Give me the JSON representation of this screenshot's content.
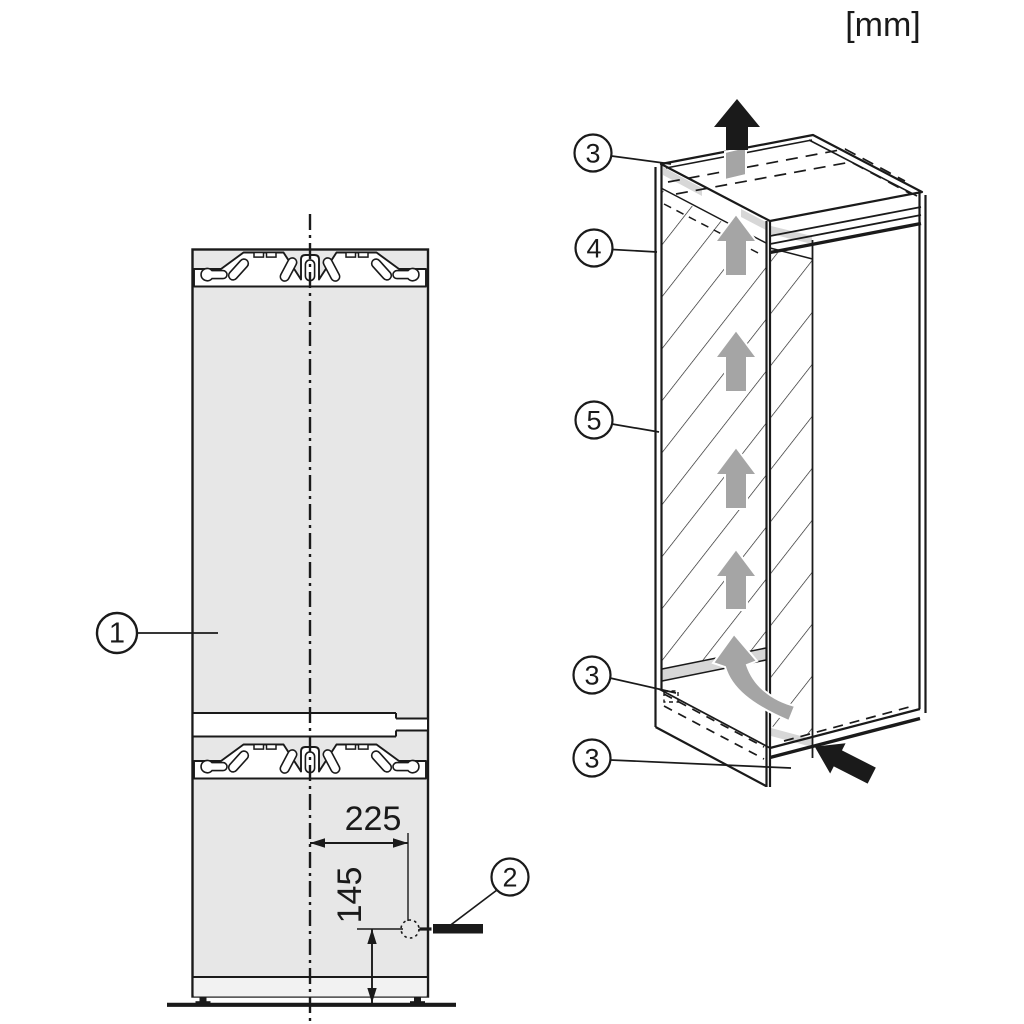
{
  "unit_label": "[mm]",
  "figure_left": {
    "description": "front view of built-in appliance with fixing dimensions",
    "callout_appliance": "1",
    "callout_fixing_point": "2",
    "dim_from_centerline": "225",
    "dim_from_floor": "145"
  },
  "figure_right": {
    "description": "tall housing unit with ventilation airflow",
    "callout_top_vent": "3",
    "callout_niche": "4",
    "callout_side_panel": "5",
    "callout_bottom_vent": "3",
    "callout_plinth_vent": "3"
  },
  "icons": [
    "air-exit-arrow-icon",
    "airflow-up-arrow-icon",
    "airflow-curved-arrow-icon",
    "air-inlet-arrow-icon",
    "centerline-icon",
    "drill-point-marker-icon"
  ],
  "colors": {
    "line": "#1a1a1a",
    "appliance_body": "#e7e7e7",
    "plinth": "#f2f2f2",
    "vent_gap": "#d7d7d7",
    "airflow_gray": "#a5a5a5",
    "background": "#ffffff"
  }
}
